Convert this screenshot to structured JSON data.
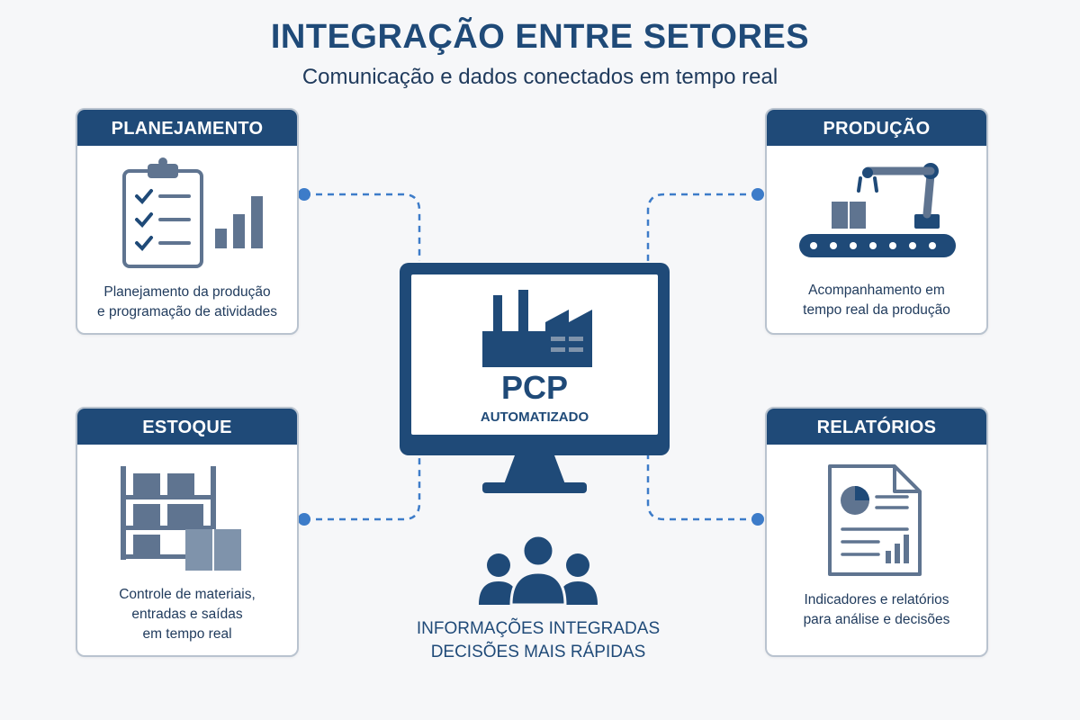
{
  "header": {
    "title": "INTEGRAÇÃO ENTRE SETORES",
    "subtitle": "Comunicação e dados conectados em tempo real"
  },
  "center": {
    "title": "PCP",
    "subtitle": "AUTOMATIZADO",
    "icons": [
      "monitor-icon",
      "factory-icon"
    ]
  },
  "footer": {
    "icon": "team-icon",
    "line1": "INFORMAÇÕES INTEGRADAS",
    "line2": "DECISÕES MAIS RÁPIDAS"
  },
  "cards": {
    "planejamento": {
      "title": "PLANEJAMENTO",
      "icon": "clipboard-checklist-icon",
      "lines": [
        "Planejamento da produção",
        "e programação de atividades"
      ]
    },
    "producao": {
      "title": "PRODUÇÃO",
      "icon": "robot-arm-conveyor-icon",
      "lines": [
        "Acompanhamento em",
        "tempo real da produção"
      ]
    },
    "estoque": {
      "title": "ESTOQUE",
      "icon": "warehouse-shelf-icon",
      "lines": [
        "Controle de materiais,",
        "entradas e saídas",
        "em tempo real"
      ]
    },
    "relatorios": {
      "title": "RELATÓRIOS",
      "icon": "report-document-icon",
      "lines": [
        "Indicadores e relatórios",
        "para análise e decisões"
      ]
    }
  },
  "colors": {
    "primary": "#1f4a78",
    "icon_fill": "#5f7490",
    "connector": "#3d7cc9",
    "background": "#f6f7f9"
  }
}
